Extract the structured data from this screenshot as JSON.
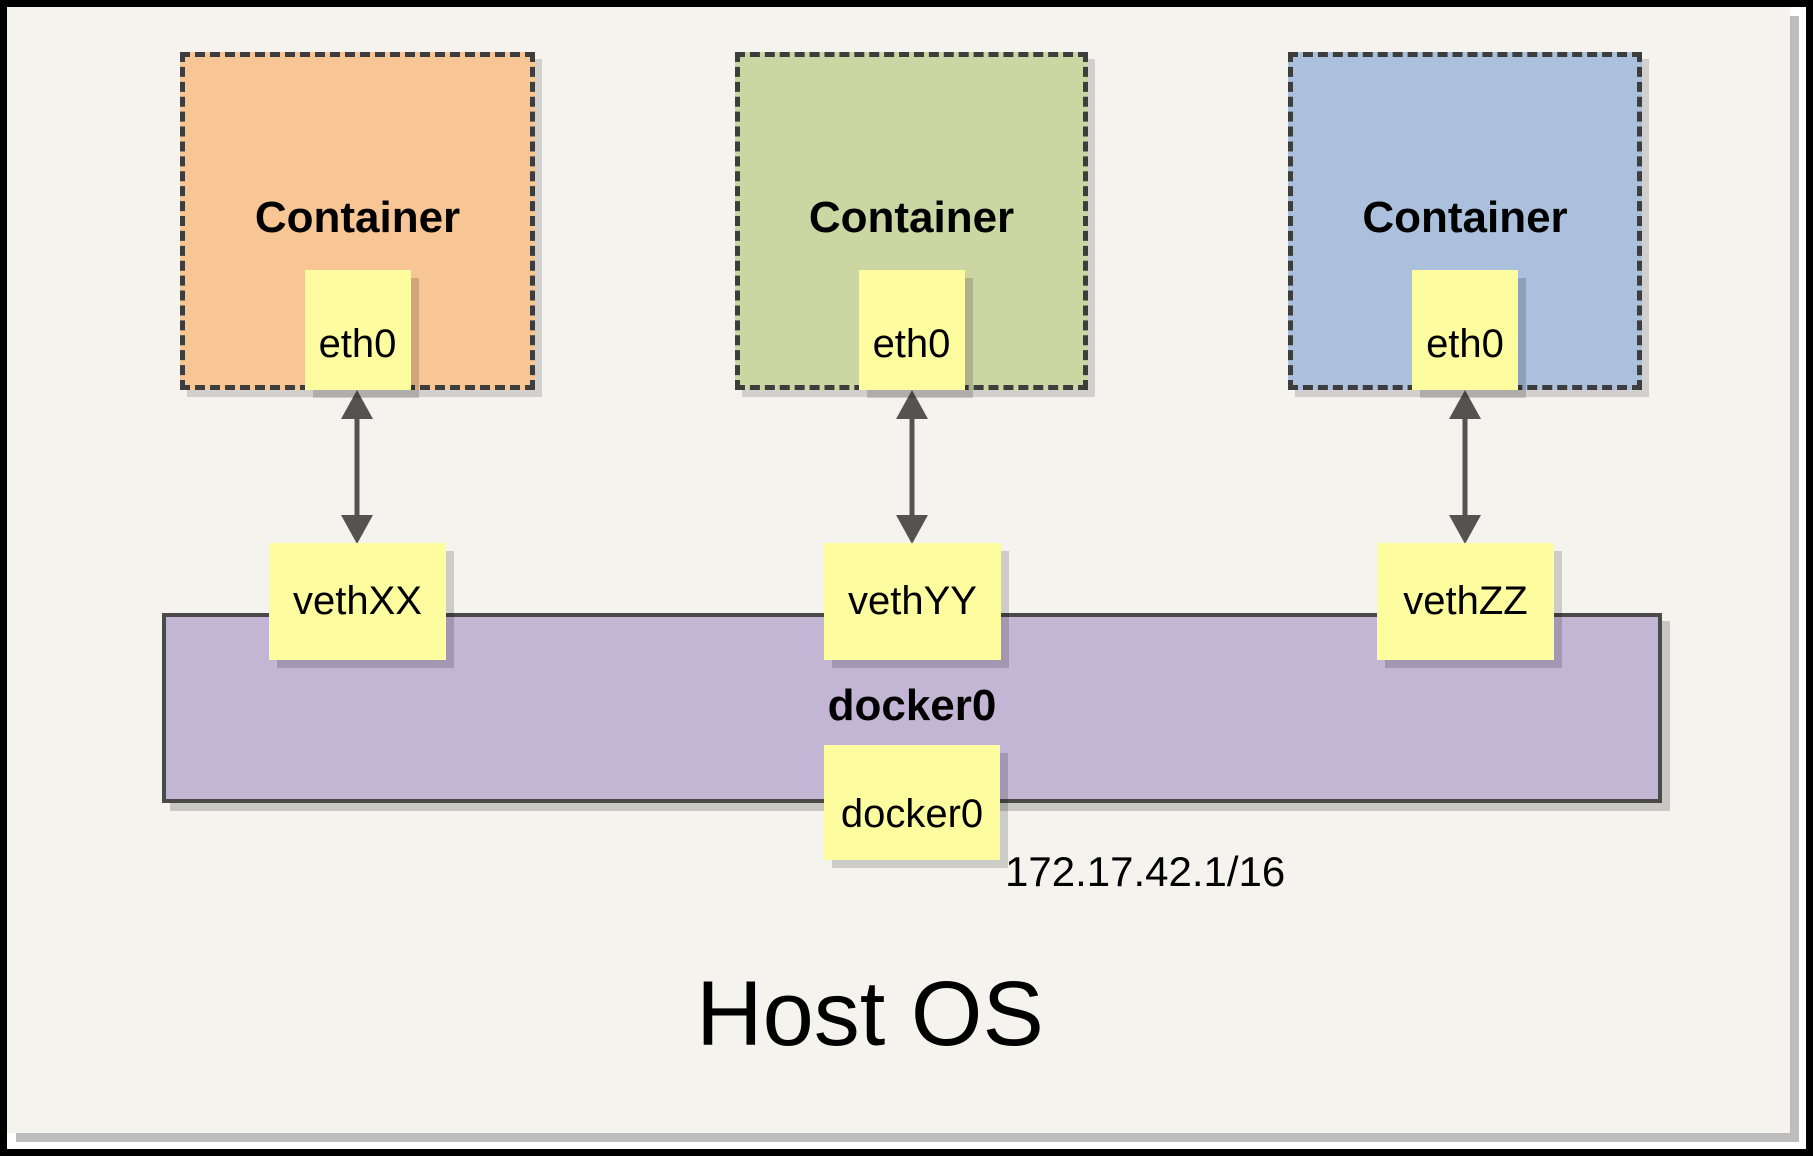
{
  "diagram": {
    "host": {
      "label": "Host OS"
    },
    "bridge": {
      "name": "docker0",
      "interface": "docker0",
      "ip": "172.17.42.1/16"
    },
    "containers": [
      {
        "label": "Container",
        "interface": "eth0",
        "veth": "vethXX"
      },
      {
        "label": "Container",
        "interface": "eth0",
        "veth": "vethYY"
      },
      {
        "label": "Container",
        "interface": "eth0",
        "veth": "vethZZ"
      }
    ],
    "colors": {
      "host_background": "#F5F3EE",
      "container_orange": "#F8C694",
      "container_green": "#CCD6A3",
      "container_blue": "#AAC0DD",
      "interface_yellow": "#FDFD9F",
      "bridge_purple": "#C3B6D4",
      "dashed_border": "#3d3d3d",
      "arrow_gray": "#555352",
      "frame_black": "#000000"
    }
  }
}
